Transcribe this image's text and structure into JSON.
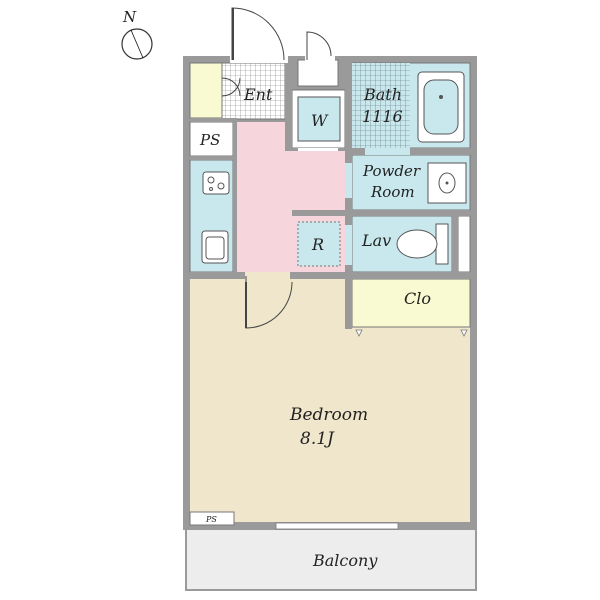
{
  "compass": {
    "north": "N"
  },
  "rooms": {
    "entrance": "Ent",
    "washer": "W",
    "bath": {
      "name": "Bath",
      "size": "1116"
    },
    "ps_top": "PS",
    "powder_room": {
      "line1": "Powder",
      "line2": "Room"
    },
    "refrigerator": "R",
    "lavatory": "Lav",
    "closet": "Clo",
    "bedroom": {
      "name": "Bedroom",
      "size": "8.1J"
    },
    "ps_bottom": "PS",
    "balcony": "Balcony"
  },
  "colors": {
    "wall": "#9a9a9a",
    "hall": "#f6d5dc",
    "water": "#c9e8ee",
    "closet": "#fafad2",
    "bedroom": "#efe6cb",
    "balcony": "#ededed"
  }
}
